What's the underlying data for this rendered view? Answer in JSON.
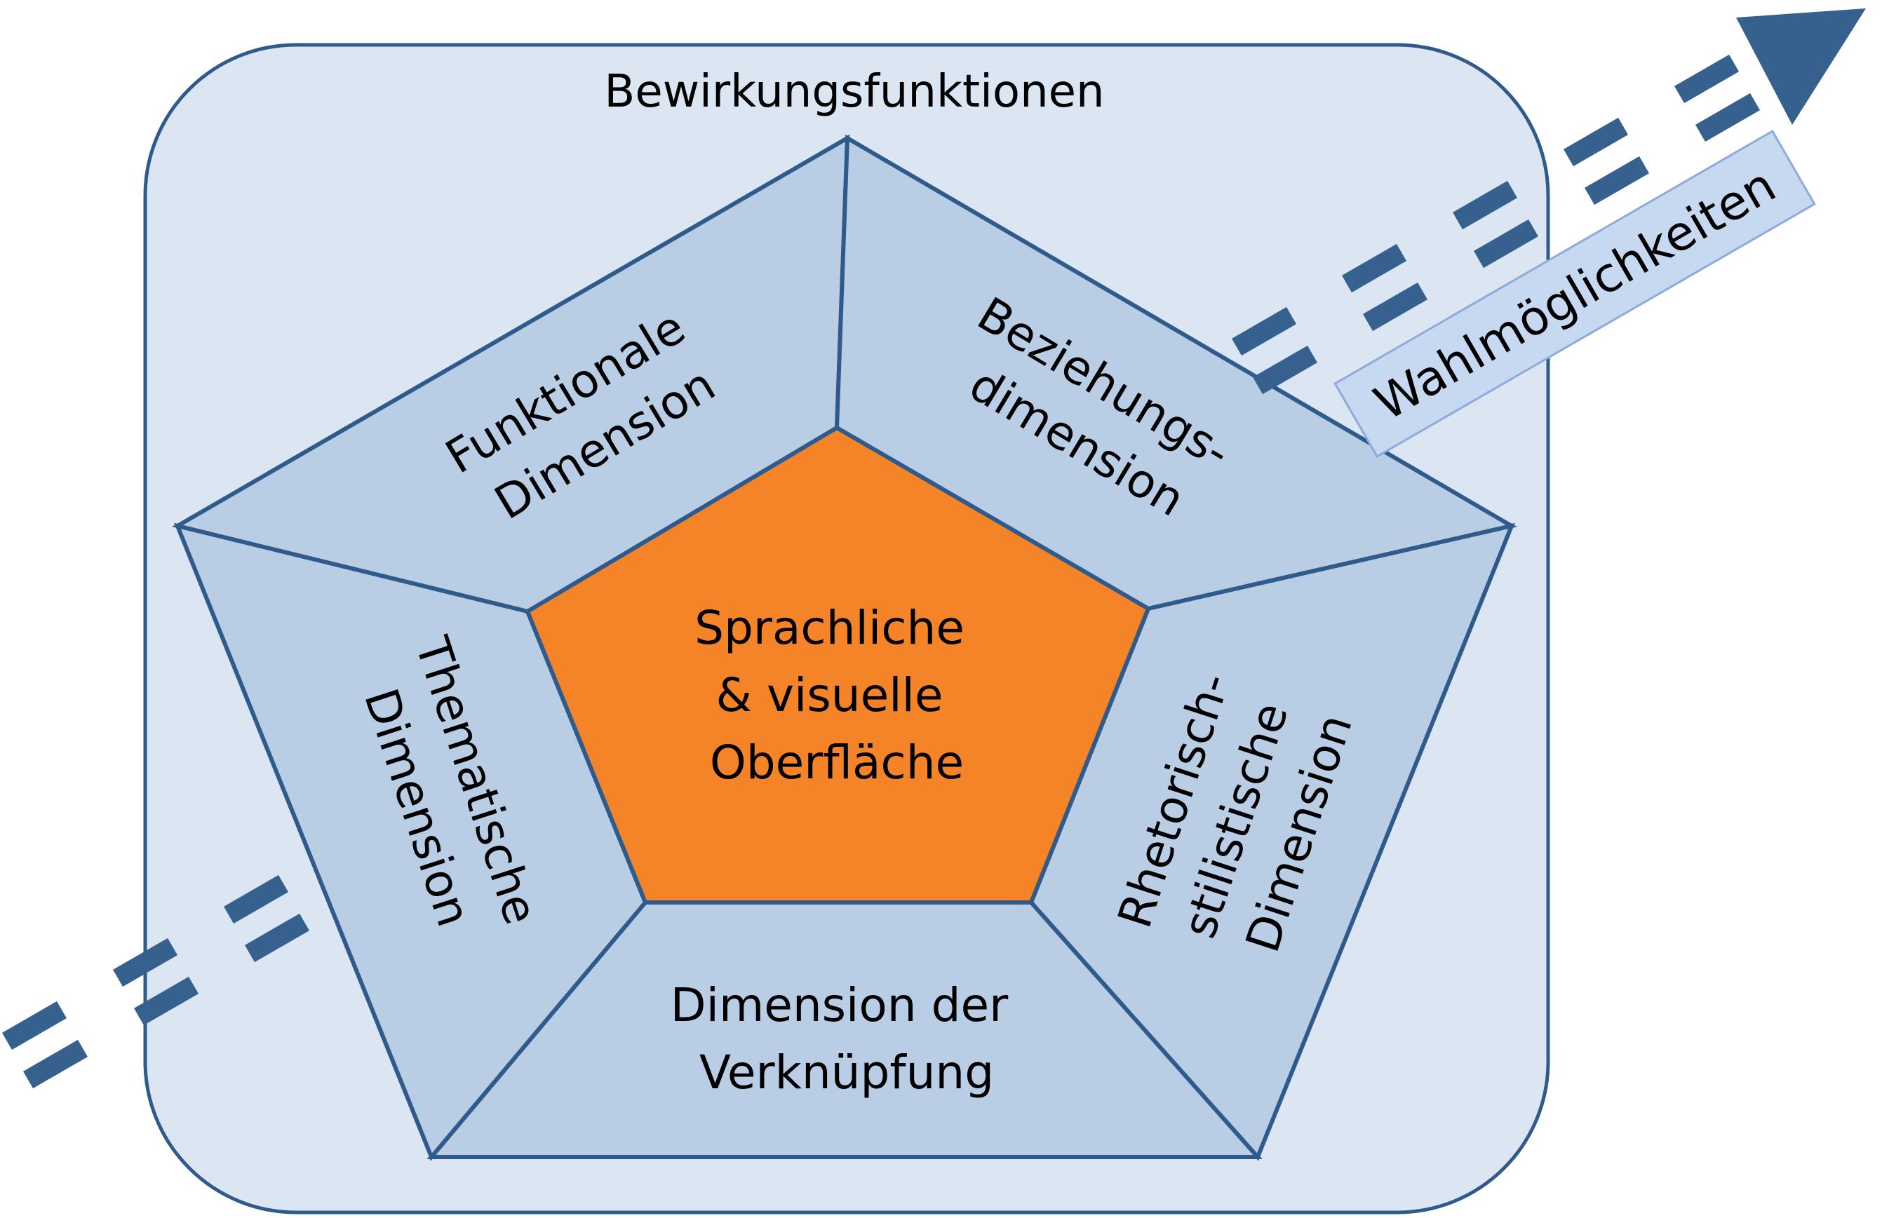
{
  "title": "Bewirkungsfunktionen",
  "center": {
    "lines": [
      "Sprachliche",
      "& visuelle",
      "Oberfläche"
    ]
  },
  "segments": {
    "funktional": [
      "Funktionale",
      "Dimension"
    ],
    "beziehung": [
      "Beziehungs-",
      "dimension"
    ],
    "rhetorisch": [
      "Rhetorisch-",
      "stilistische",
      "Dimension"
    ],
    "verknuepfung": [
      "Dimension der",
      "Verknüpfung"
    ],
    "thematisch": [
      "Thematische",
      "Dimension"
    ]
  },
  "arrow_label": "Wahlmöglichkeiten",
  "colors": {
    "frame_fill": "#dce6f2",
    "frame_stroke": "#2f5a8c",
    "segment_fill": "#b9cde5",
    "center_fill": "#f58428",
    "arrow": "#36618f",
    "label_box_fill": "#c6d9f1",
    "label_box_stroke": "#8eaadb"
  }
}
